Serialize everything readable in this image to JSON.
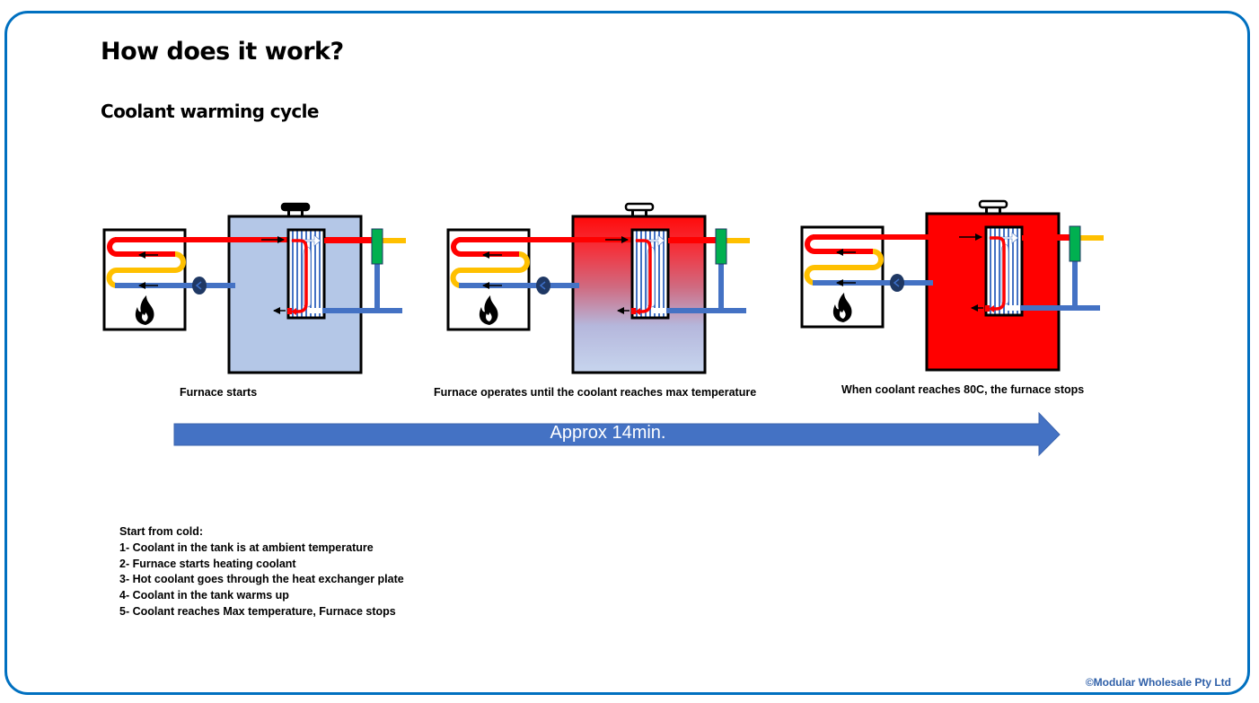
{
  "header": {
    "title": "How does it work?",
    "subtitle": "Coolant warming cycle"
  },
  "colors": {
    "frame": "#0070c0",
    "hot_pipe": "#ff0000",
    "warm_pipe": "#ffc000",
    "cold_pipe": "#4472c4",
    "cold_tank": "#b4c7e7",
    "hot_tank": "#ff0000",
    "valve": "#00b050",
    "pump": "#1f3864",
    "timeline_arrow": "#4472c4"
  },
  "stages": [
    {
      "id": "stage-1",
      "caption": "Furnace starts",
      "tank_state": "cold"
    },
    {
      "id": "stage-2",
      "caption": "Furnace operates until the coolant reaches max temperature",
      "tank_state": "warming"
    },
    {
      "id": "stage-3",
      "caption": "When coolant reaches 80C, the furnace stops",
      "tank_state": "hot"
    }
  ],
  "timeline": {
    "label": "Approx 14min."
  },
  "steps": {
    "heading": "Start from cold:",
    "items": [
      "1- Coolant in the tank is at ambient temperature",
      "2- Furnace starts heating coolant",
      "3- Hot coolant goes through the heat exchanger plate",
      "4- Coolant in the tank warms up",
      "5- Coolant reaches Max temperature, Furnace stops"
    ]
  },
  "footer": {
    "copyright": "©Modular Wholesale Pty Ltd"
  }
}
